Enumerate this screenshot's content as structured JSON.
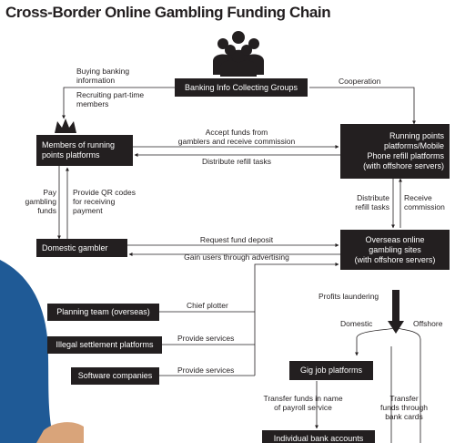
{
  "title": "Cross-Border Online Gambling Funding Chain",
  "colors": {
    "box": "#231f20",
    "text": "#231f20",
    "figure": "#1f5a96",
    "line": "#231f20"
  },
  "icons": {
    "group": "people-group-icon",
    "crown": "crown-icon"
  },
  "nodes": {
    "bank_groups": "Banking Info Collecting Groups",
    "members": "Members of running\npoints platforms",
    "running_points": "Running points\nplatforms/Mobile\nPhone refill platforms\n(with offshore servers)",
    "domestic_gambler": "Domestic gambler",
    "overseas_sites": "Overseas online\ngambling sites\n(with offshore servers)",
    "planning_team": "Planning team (overseas)",
    "illegal_settlement": "Illegal settlement platforms",
    "software": "Software companies",
    "gig_job": "Gig job platforms",
    "bank_accounts": "Individual bank accounts"
  },
  "labels": {
    "buying_info": "Buying banking\ninformation",
    "recruiting": "Recruiting part-time\nmembers",
    "cooperation": "Cooperation",
    "accept_funds": "Accept funds from\ngamblers and receive commission",
    "distribute_refill": "Distribute refill tasks",
    "pay_funds": "Pay\ngambling\nfunds",
    "qr_codes": "Provide QR codes\nfor receiving\npayment",
    "distribute_tasks": "Distribute\nrefill tasks",
    "receive_commission": "Receive\ncommission",
    "request_deposit": "Request fund deposit",
    "gain_users": "Gain users through advertising",
    "profits": "Profits laundering",
    "domestic": "Domestic",
    "offshore": "Offshore",
    "chief_plotter": "Chief plotter",
    "provide_services_1": "Provide services",
    "provide_services_2": "Provide services",
    "transfer_payroll": "Transfer funds in name\nof payroll service",
    "transfer_cards": "Transfer\nfunds through\nbank cards"
  }
}
